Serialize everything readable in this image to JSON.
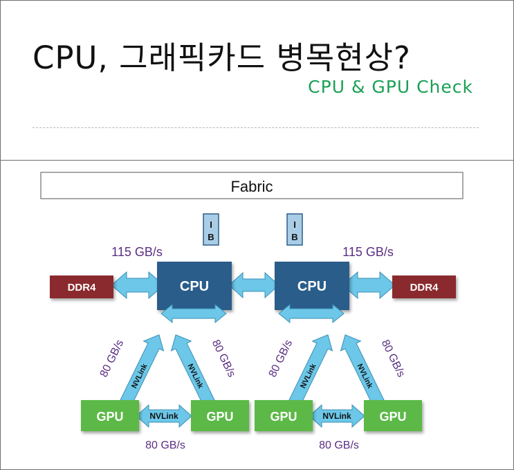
{
  "header": {
    "title": "CPU, 그래픽카드 병목현상?",
    "subtitle": "CPU & GPU Check"
  },
  "diagram": {
    "fabric_label": "Fabric",
    "ib_top": "I",
    "ib_bottom": "B",
    "cpu_label": "CPU",
    "ddr_label": "DDR4",
    "gpu_label": "GPU",
    "nvlink_label": "NVLink",
    "bw_ddr": "115 GB/s",
    "bw_nvlink": "80 GB/s",
    "colors": {
      "cpu": "#2a5d8a",
      "ddr": "#8a2a2e",
      "gpu": "#5cb947",
      "arrow": "#6cc7e8",
      "ib": "#a9cde6",
      "bandwidth_text": "#5a2d82"
    }
  }
}
